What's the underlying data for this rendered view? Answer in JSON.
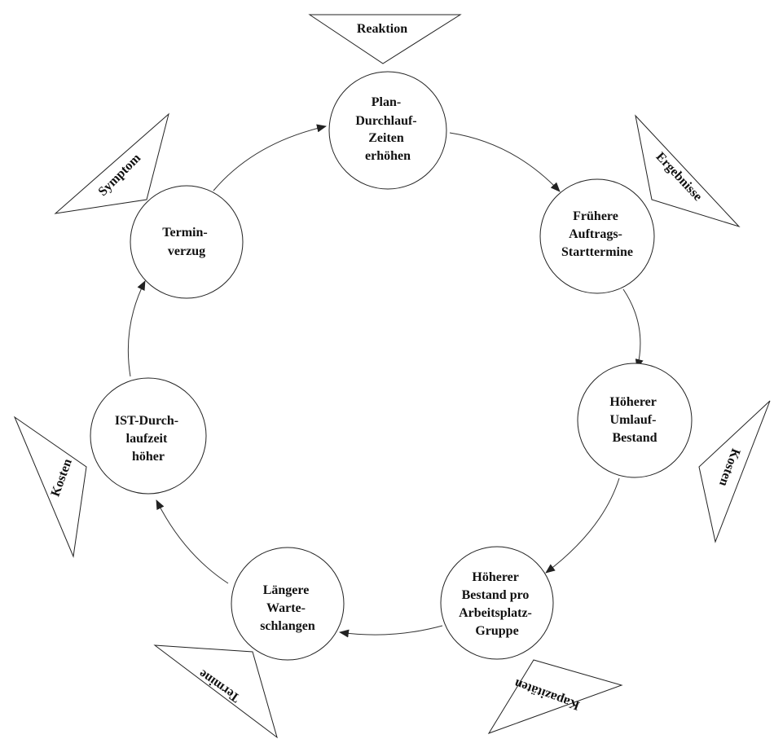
{
  "nodes": {
    "plan": [
      "Plan-",
      "Durchlauf-",
      "Zeiten",
      "erhöhen"
    ],
    "fruehere": [
      "Frühere",
      "Auftrags-",
      "Starttermine"
    ],
    "umlauf": [
      "Höherer",
      "Umlauf-",
      "Bestand"
    ],
    "bestand": [
      "Höherer",
      "Bestand pro",
      "Arbeitsplatz-",
      "Gruppe"
    ],
    "warte": [
      "Längere",
      "Warte-",
      "schlangen"
    ],
    "ist": [
      "IST-Durch-",
      "laufzeit",
      "höher"
    ],
    "termin": [
      "Termin-",
      "verzug"
    ]
  },
  "tags": {
    "reaktion": "Reaktion",
    "ergebnisse": "Ergebnisse",
    "kosten_right": "Kosten",
    "kapazitaeten": "Kapazitäten",
    "termine": "Termine",
    "kosten_left": "Kosten",
    "symptom": "Symptom"
  }
}
